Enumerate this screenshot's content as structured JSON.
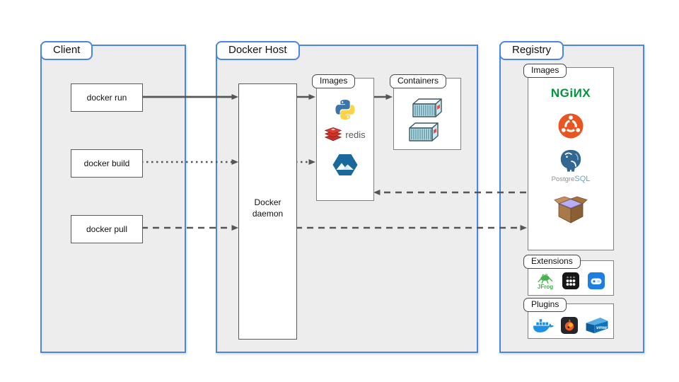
{
  "client": {
    "label": "Client",
    "commands": [
      "docker run",
      "docker build",
      "docker pull"
    ]
  },
  "docker_host": {
    "label": "Docker Host",
    "daemon_label": "Docker daemon",
    "images": {
      "label": "Images",
      "redis_text": "redis",
      "icons": [
        "python-logo",
        "redis-logo",
        "alpine-logo"
      ]
    },
    "containers": {
      "label": "Containers",
      "container_count": 2,
      "icons": [
        "container-icon",
        "container-icon"
      ]
    }
  },
  "registry": {
    "label": "Registry",
    "images": {
      "label": "Images",
      "nginx_wordmark": "NGiИX",
      "postgresql_wordmark_gray": "Postgre",
      "postgresql_wordmark_blue": "SQL",
      "icons": [
        "nginx-logo",
        "ubuntu-logo",
        "postgresql-logo",
        "open-box-icon"
      ]
    },
    "extensions": {
      "label": "Extensions",
      "jfrog_text": "JFrog",
      "icons": [
        "jfrog-logo",
        "dots-grid-app-icon",
        "blue-app-icon"
      ]
    },
    "plugins": {
      "label": "Plugins",
      "vmware_text": "vmw",
      "icons": [
        "docker-whale-logo",
        "grafana-logo",
        "vmware-logo"
      ]
    }
  },
  "arrows": {
    "run_to_daemon": "solid",
    "daemon_to_images": "solid",
    "images_to_containers": "solid",
    "build_to_daemon": "dotted",
    "daemon_to_images_build": "dotted",
    "registry_to_host_images": "dashed",
    "pull_to_daemon": "dashed",
    "daemon_to_registry": "dashed"
  },
  "colors": {
    "section_border": "#4a86e8",
    "section_fill": "#ededee",
    "arrow": "#555555",
    "nginx_green": "#009639",
    "ubuntu_orange": "#E95420",
    "postgres_blue": "#336791",
    "redis_red": "#D13328",
    "python_blue": "#3B76A8",
    "python_yellow": "#FFD343",
    "alpine_blue": "#19699C",
    "docker_blue": "#1D90E4",
    "jfrog_green": "#44B649",
    "grafana_orange": "#F05A28",
    "vmware_blue": "#1172BC"
  }
}
